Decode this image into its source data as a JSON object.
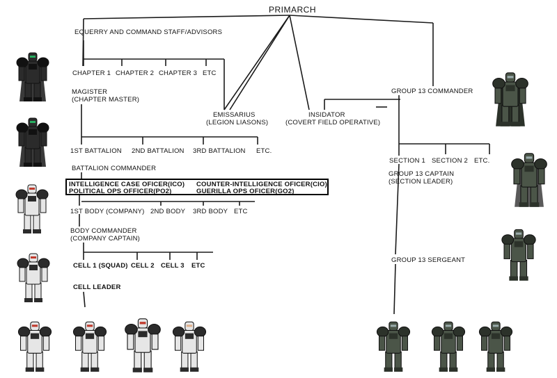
{
  "colors": {
    "line": "#1a1a1a",
    "legion_armor": "#e6e6e6",
    "legion_dark": "#2b2b2b",
    "legion_accent": "#c0392b",
    "group13_armor": "#4b5548",
    "group13_dark": "#2c322a"
  },
  "top": {
    "primarch": "PRIMARCH",
    "equerry": "EQUERRY AND COMMAND STAFF/ADVISORS"
  },
  "chapters": {
    "items": [
      "CHAPTER 1",
      "CHAPTER 2",
      "CHAPTER 3",
      "ETC"
    ]
  },
  "magister": {
    "line1": "MAGISTER",
    "line2": "(CHAPTER MASTER)"
  },
  "emissarius": {
    "line1": "EMISSARIUS",
    "line2": "(LEGION LIASONS)"
  },
  "insidator": {
    "line1": "INSIDATOR",
    "line2": "(COVERT FIELD OPERATIVE)"
  },
  "battalions": {
    "items": [
      "1ST BATTALION",
      "2ND BATTALION",
      "3RD BATTALION",
      "ETC."
    ],
    "commander": "BATTALION COMMANDER"
  },
  "officers": {
    "ico": "INTELLIGENCE CASE OFICER(ICO)",
    "cio": "COUNTER-INTELLIGENCE OFICER(CIO)",
    "po2": "POLITICAL OPS OFFICER(PO2)",
    "go2": "GUERILLA OPS OFICER(GO2)"
  },
  "bodies": {
    "items": [
      "1ST BODY (COMPANY)",
      "2ND BODY",
      "3RD BODY",
      "ETC"
    ],
    "commander_line1": "BODY COMMANDER",
    "commander_line2": "(COMPANY CAPTAIN)"
  },
  "cells": {
    "items": [
      "CELL 1 (SQUAD)",
      "CELL 2",
      "CELL 3",
      "ETC"
    ],
    "leader": "CELL LEADER"
  },
  "group13": {
    "commander": "GROUP 13 COMMANDER",
    "sections": [
      "SECTION 1",
      "SECTION 2",
      "ETC."
    ],
    "captain_line1": "GROUP 13 CAPTAIN",
    "captain_line2": "(SECTION LEADER)",
    "sergeant": "GROUP 13 SERGEANT"
  }
}
